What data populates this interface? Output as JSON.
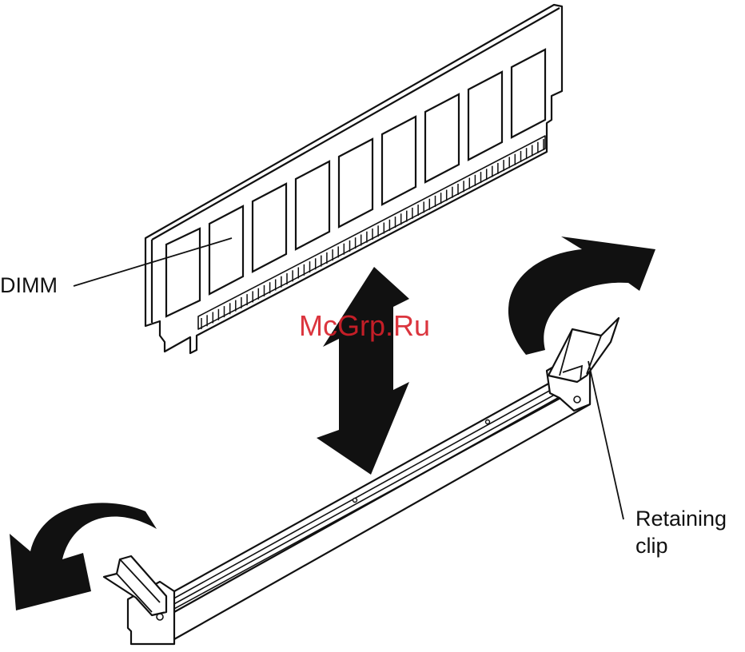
{
  "labels": {
    "dimm": "DIMM",
    "retaining_clip_line1": "Retaining",
    "retaining_clip_line2": "clip"
  },
  "watermark": "McGrp.Ru",
  "colors": {
    "line": "#111111",
    "arrow_fill": "#111111",
    "watermark": "#d8202a",
    "background": "#ffffff"
  },
  "icons": {
    "vertical_arrow": "double-headed-arrow",
    "rotate_arrows": "curved-arrow"
  }
}
